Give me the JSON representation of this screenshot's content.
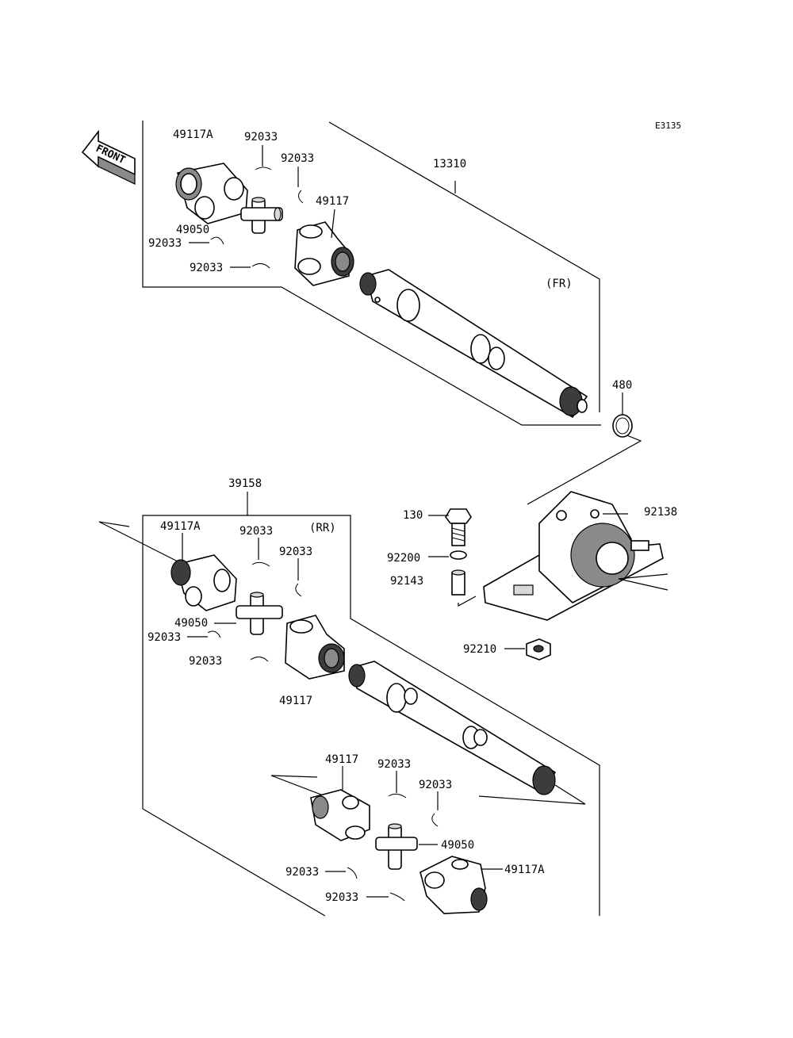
{
  "diagram_code": "E3135",
  "front_label": "FRONT",
  "front": {
    "assembly_label": "13310",
    "position_label": "(FR)",
    "yoke_a": "49117A",
    "circlip_1": "92033",
    "circlip_2": "92033",
    "yoke": "49117",
    "cross": "49050",
    "circlip_3": "92033",
    "circlip_4": "92033",
    "oring": "480"
  },
  "bearing": {
    "bolt": "130",
    "washer": "92200",
    "collar": "92143",
    "housing": "92138",
    "nut": "92210"
  },
  "rear": {
    "assembly_label": "39158",
    "position_label": "(RR)",
    "yoke_a": "49117A",
    "circlip_1": "92033",
    "circlip_2": "92033",
    "cross": "49050",
    "circlip_3": "92033",
    "circlip_4": "92033",
    "yoke": "49117",
    "yoke_2": "49117",
    "circlip_5": "92033",
    "circlip_6": "92033",
    "cross_2": "49050",
    "yoke_a_2": "49117A",
    "circlip_7": "92033",
    "circlip_8": "92033"
  }
}
